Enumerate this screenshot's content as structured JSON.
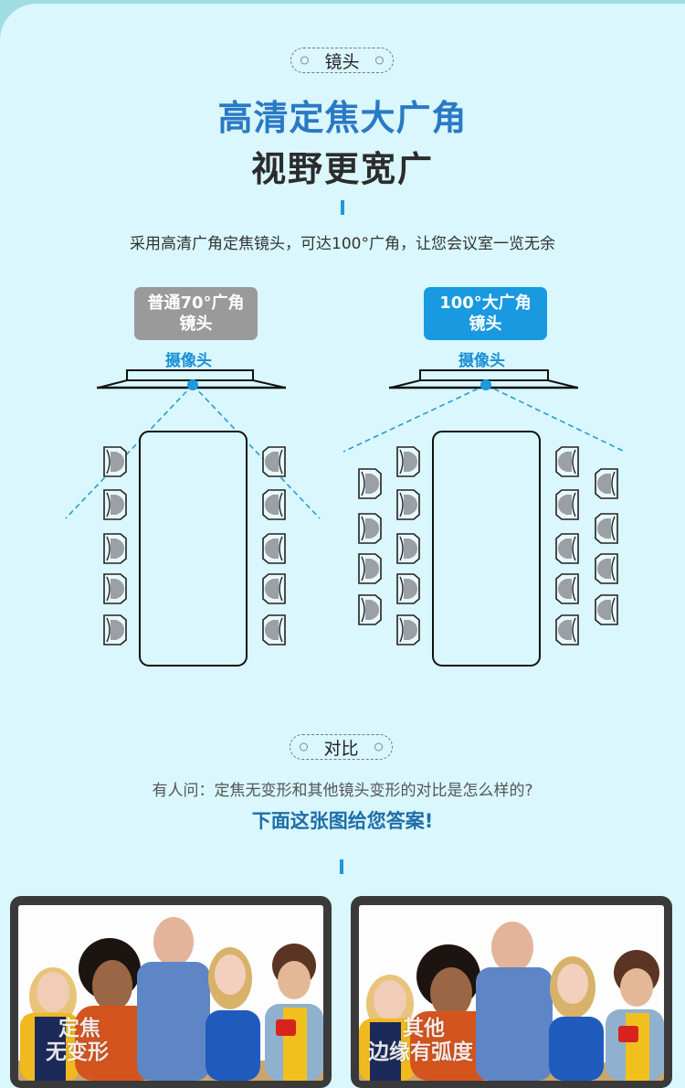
{
  "section1": {
    "tag": "镜头",
    "title_line1": "高清定焦大广角",
    "title_line2": "视野更宽广",
    "description": "采用高清广角定焦镜头，可达100°广角，让您会议室一览无余"
  },
  "comparison_diagram": {
    "left": {
      "badge_line1": "普通70°广角",
      "badge_line2": "镜头",
      "camera_label": "摄像头",
      "seats_per_side": 5
    },
    "right": {
      "badge_line1": "100°大广角",
      "badge_line2": "镜头",
      "camera_label": "摄像头",
      "seats_per_side": 9
    }
  },
  "section2": {
    "tag": "对比",
    "question": "有人问：定焦无变形和其他镜头变形的对比是怎么样的?",
    "answer": "下面这张图给您答案!"
  },
  "photos": [
    {
      "caption_line1": "定焦",
      "caption_line2": "无变形"
    },
    {
      "caption_line1": "其他",
      "caption_line2": "边缘有弧度"
    }
  ],
  "colors": {
    "accent": "#1899e0",
    "title_blue": "#2a79c4",
    "background": "#d9f7fd",
    "gray_badge": "#9a9a9a"
  }
}
